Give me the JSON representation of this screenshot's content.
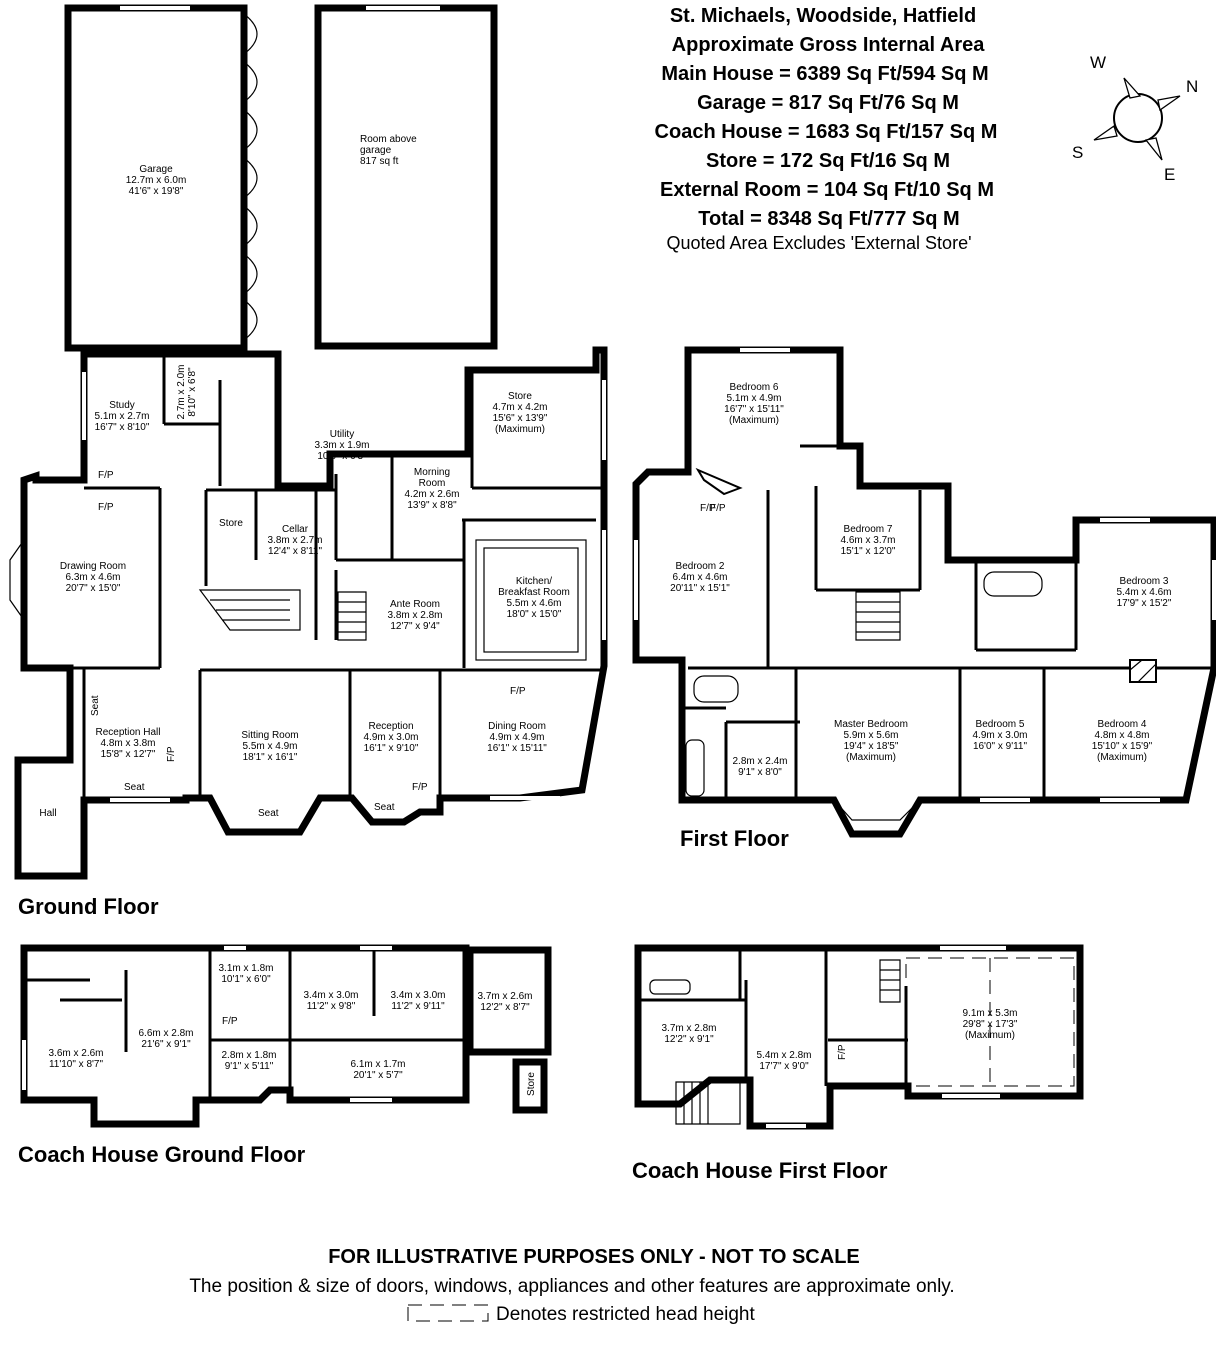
{
  "header": {
    "lines": [
      "St. Michaels, Woodside, Hatfield",
      "Approximate Gross Internal Area",
      "Main House = 6389 Sq Ft/594 Sq M",
      "Garage = 817 Sq Ft/76 Sq M",
      "Coach House = 1683 Sq Ft/157 Sq M",
      "Store = 172 Sq Ft/16 Sq M",
      "External Room = 104 Sq Ft/10 Sq M",
      "Total = 8348 Sq Ft/777 Sq M"
    ],
    "note": "Quoted Area Excludes 'External Store'"
  },
  "compass": {
    "w": "W",
    "n": "N",
    "s": "S",
    "e": "E"
  },
  "floors": {
    "ground": "Ground Floor",
    "first": "First Floor",
    "coach_ground": "Coach House Ground Floor",
    "coach_first": "Coach House First Floor"
  },
  "footer": {
    "disclaimer": "FOR ILLUSTRATIVE PURPOSES ONLY - NOT TO SCALE",
    "position_note": "The position & size of doors, windows, appliances and other features are approximate only.",
    "legend": "Denotes restricted head height"
  },
  "rooms": {
    "garage": [
      "Garage",
      "12.7m x 6.0m",
      "41'6\" x 19'8\""
    ],
    "room_above_garage": [
      "Room above",
      "garage",
      "",
      "817 sq ft"
    ],
    "study": [
      "Study",
      "5.1m x 2.7m",
      "16'7\" x 8'10\""
    ],
    "cloak": [
      "2.7m x 2.0m",
      "8'10\" x 6'8\""
    ],
    "utility": [
      "Utility",
      "3.3m x 1.9m",
      "10'8\" x 6'3\""
    ],
    "morning_room": [
      "Morning",
      "Room",
      "4.2m x 2.6m",
      "13'9\" x 8'8\""
    ],
    "store_main": [
      "Store",
      "4.7m x 4.2m",
      "15'6\" x 13'9\"",
      "(Maximum)"
    ],
    "drawing_room": [
      "Drawing Room",
      "6.3m x 4.6m",
      "20'7\" x 15'0\""
    ],
    "store_small": [
      "Store"
    ],
    "cellar": [
      "Cellar",
      "3.8m x 2.7m",
      "12'4\" x 8'11\""
    ],
    "kitchen": [
      "Kitchen/",
      "Breakfast Room",
      "5.5m x 4.6m",
      "18'0\" x 15'0\""
    ],
    "ante_room": [
      "Ante Room",
      "3.8m x 2.8m",
      "12'7\" x 9'4\""
    ],
    "reception_hall": [
      "Reception Hall",
      "4.8m x 3.8m",
      "15'8\" x 12'7\""
    ],
    "sitting_room": [
      "Sitting Room",
      "5.5m x 4.9m",
      "18'1\" x 16'1\""
    ],
    "reception": [
      "Reception",
      "4.9m x 3.0m",
      "16'1\" x 9'10\""
    ],
    "dining_room": [
      "Dining Room",
      "4.9m x 4.9m",
      "16'1\" x 15'11\""
    ],
    "hall": [
      "Hall"
    ],
    "bedroom6": [
      "Bedroom 6",
      "5.1m x 4.9m",
      "16'7\" x 15'11\"",
      "(Maximum)"
    ],
    "bedroom2": [
      "Bedroom 2",
      "6.4m x 4.6m",
      "20'11\" x 15'1\""
    ],
    "bedroom7": [
      "Bedroom 7",
      "4.6m x 3.7m",
      "15'1\" x 12'0\""
    ],
    "bedroom3": [
      "Bedroom 3",
      "5.4m x 4.6m",
      "17'9\" x 15'2\""
    ],
    "master": [
      "Master Bedroom",
      "5.9m x 5.6m",
      "19'4\" x 18'5\"",
      "(Maximum)"
    ],
    "bedroom5": [
      "Bedroom 5",
      "4.9m x 3.0m",
      "16'0\" x 9'11\""
    ],
    "bedroom4": [
      "Bedroom 4",
      "4.8m x 4.8m",
      "15'10\" x 15'9\"",
      "(Maximum)"
    ],
    "dressing": [
      "2.8m x 2.4m",
      "9'1\" x 8'0\""
    ],
    "cg_a": [
      "3.6m x 2.6m",
      "11'10\" x 8'7\""
    ],
    "cg_b": [
      "6.6m x 2.8m",
      "21'6\" x 9'1\""
    ],
    "cg_c": [
      "3.1m x 1.8m",
      "10'1\" x 6'0\""
    ],
    "cg_d": [
      "2.8m x 1.8m",
      "9'1\" x 5'11\""
    ],
    "cg_e": [
      "3.4m x 3.0m",
      "11'2\" x 9'8\""
    ],
    "cg_f": [
      "3.4m x 3.0m",
      "11'2\" x 9'11\""
    ],
    "cg_g": [
      "6.1m x 1.7m",
      "20'1\" x 5'7\""
    ],
    "cg_h": [
      "3.7m x 2.6m",
      "12'2\" x 8'7\""
    ],
    "cg_store": [
      "Store"
    ],
    "cf_a": [
      "3.7m x 2.8m",
      "12'2\" x 9'1\""
    ],
    "cf_b": [
      "5.4m x 2.8m",
      "17'7\" x 9'0\""
    ],
    "cf_c": [
      "9.1m x 5.3m",
      "29'8\" x 17'3\"",
      "(Maximum)"
    ]
  },
  "labels": {
    "fp": "F/P",
    "seat": "Seat"
  }
}
